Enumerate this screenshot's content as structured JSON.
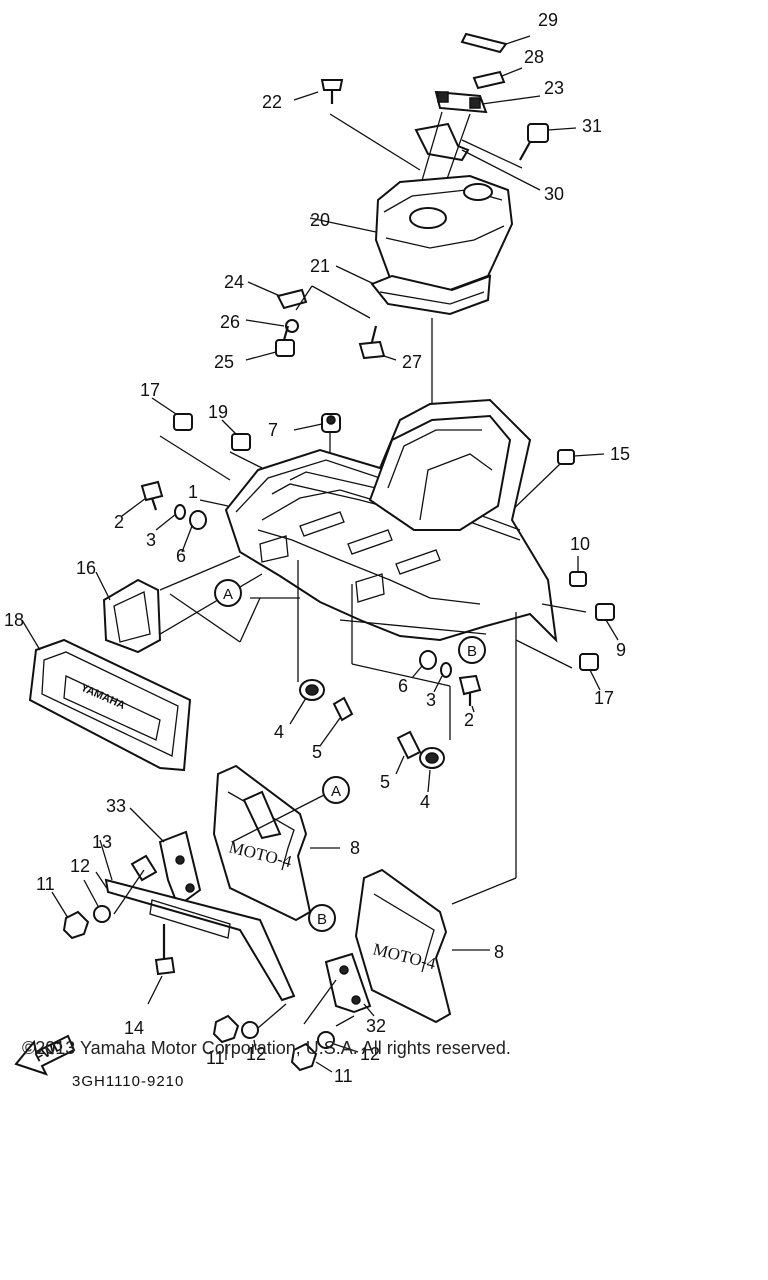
{
  "diagram": {
    "part_labels": [
      "29",
      "28",
      "23",
      "22",
      "31",
      "30",
      "20",
      "21",
      "24",
      "26",
      "25",
      "27",
      "17",
      "19",
      "7",
      "15",
      "1",
      "2",
      "3",
      "6",
      "16",
      "A",
      "10",
      "18",
      "9",
      "B",
      "4",
      "5",
      "17",
      "33",
      "8",
      "13",
      "12",
      "11",
      "14",
      "32",
      "11",
      "12",
      "12",
      "11",
      "6",
      "3",
      "2",
      "5",
      "4",
      "8"
    ],
    "callouts": {
      "a": "A",
      "b": "B"
    },
    "fwd_label": "FWD",
    "drawing_code": "3GH1110-9210",
    "mud_flap_text": "MOTO-4",
    "emblem_text": "YAMAHA"
  },
  "footer": {
    "copyright": "©2013 Yamaha Motor Corporation, U.S.A. All rights reserved."
  }
}
